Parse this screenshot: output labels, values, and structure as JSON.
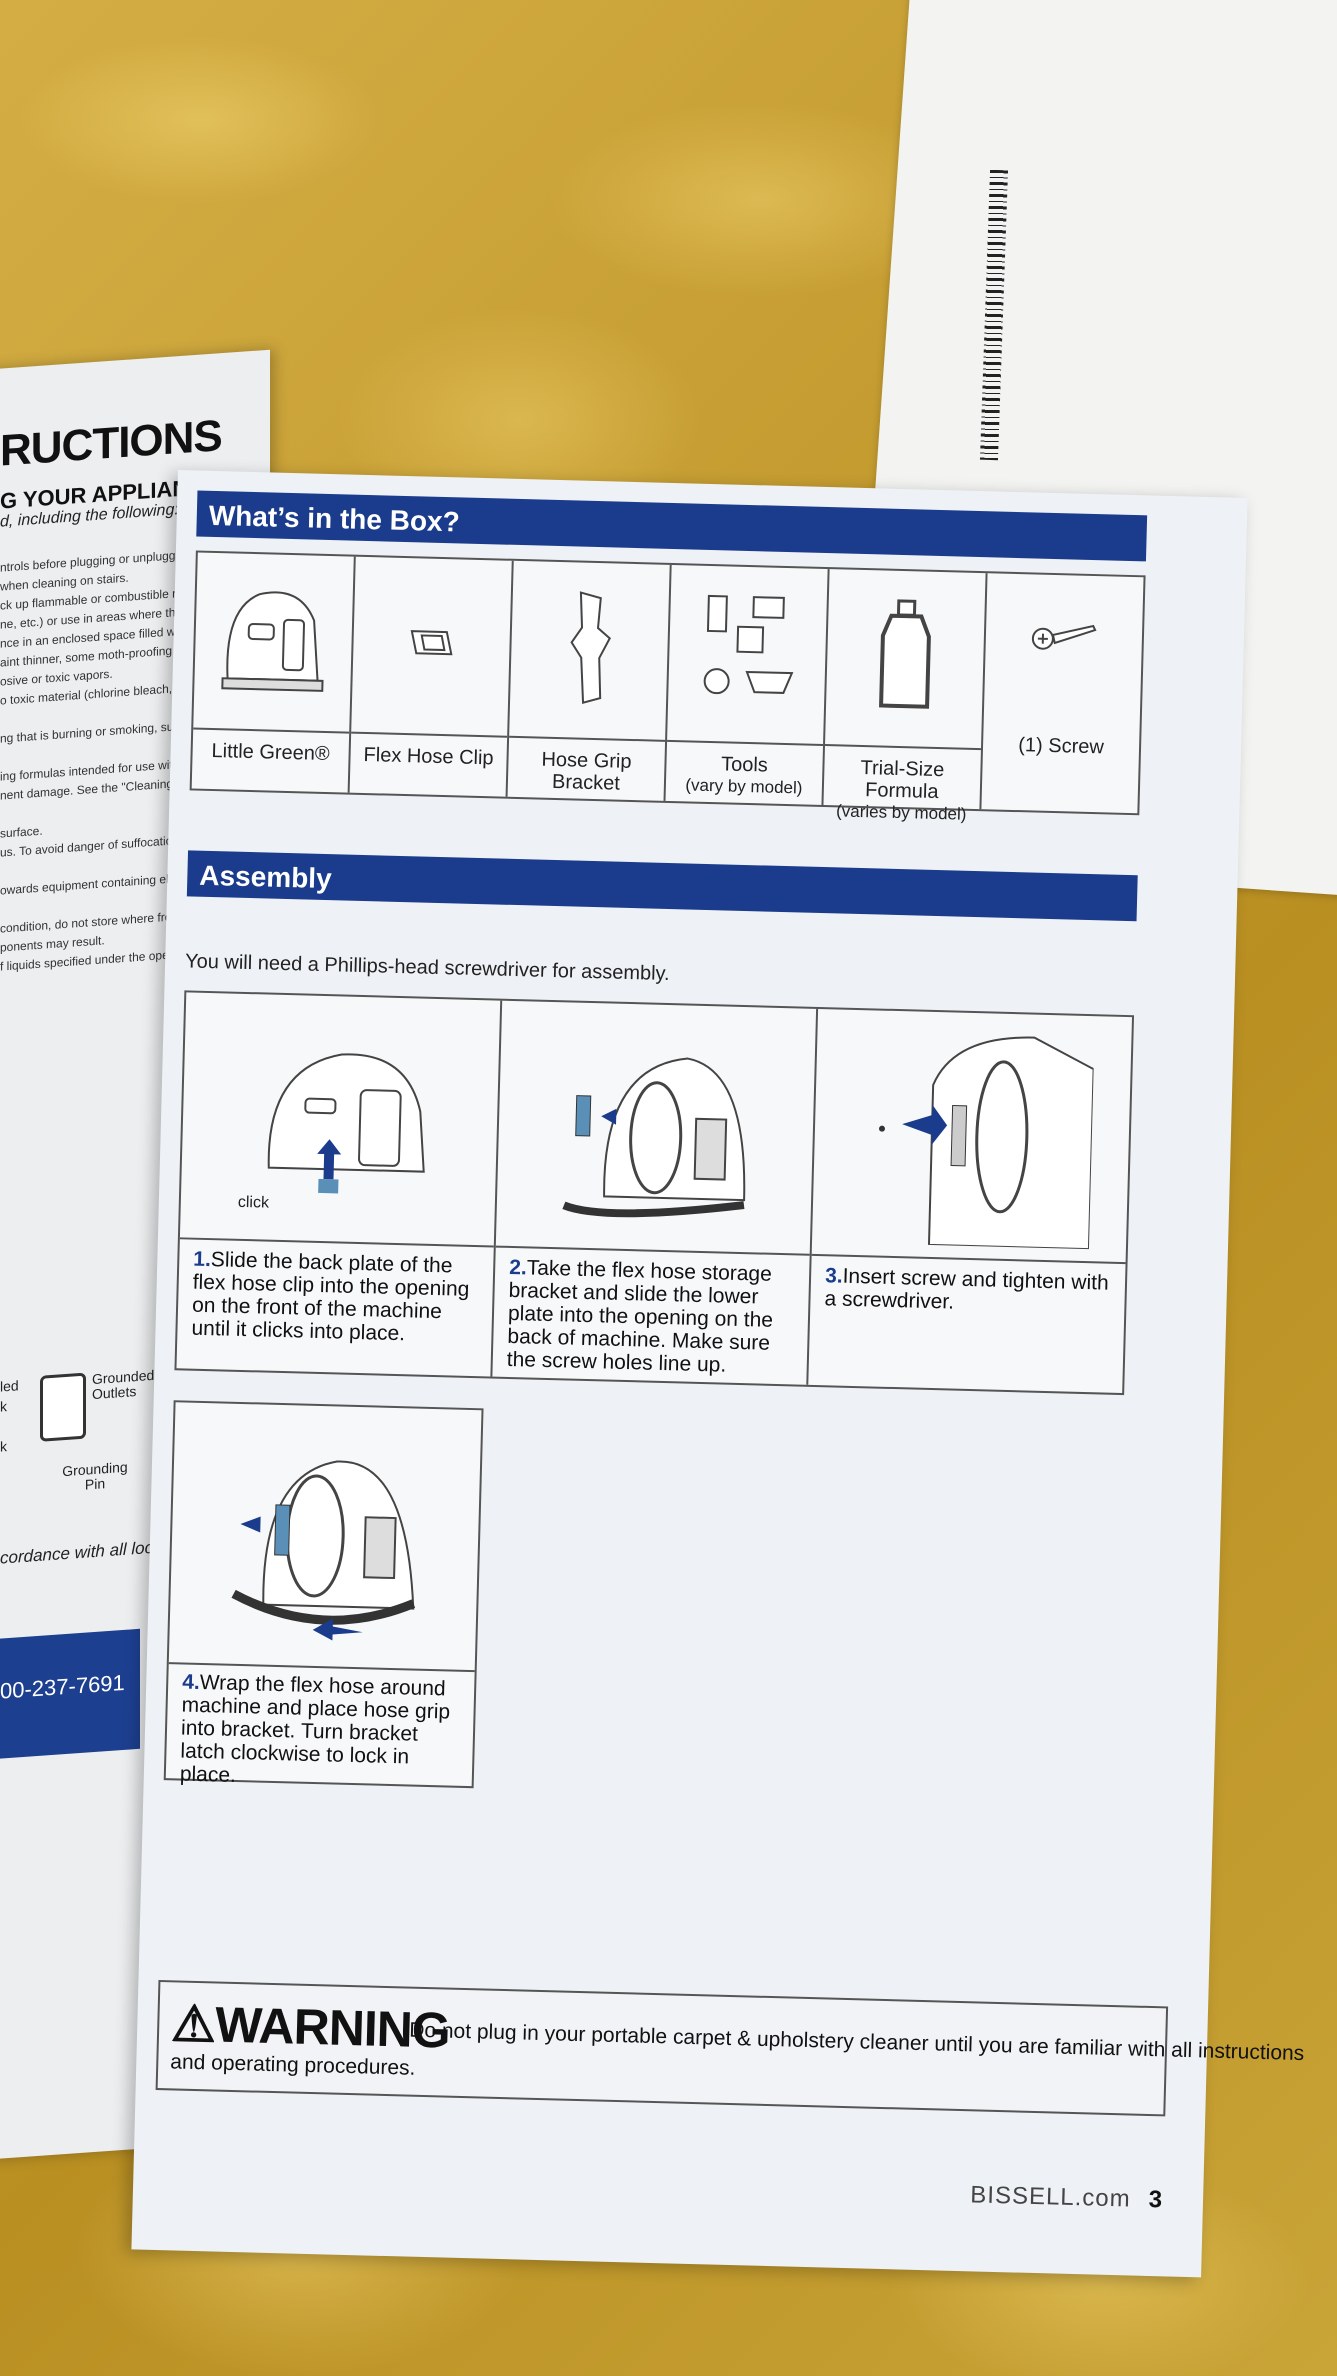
{
  "left_page": {
    "title": "RUCTIONS",
    "subtitle": "G YOUR APPLIANCE,",
    "subtitle2": "d, including the following:",
    "lines": [
      "ntrols before plugging or unplugging appliance",
      "when cleaning on stairs.",
      "ck up flammable or combustible materials (lighter fluid,",
      "ne, etc.) or use in areas where they may be present.",
      "nce in an enclosed space filled with vapors given off by",
      "aint thinner, some moth-proofing substances, flammable",
      "osive or toxic vapors.",
      "o toxic material (chlorine bleach, ammonia, drain",
      "",
      "ng that is burning or smoking, such as cigarettes,",
      "",
      "ing formulas intended for use with this appliance to",
      "nent damage. See the \"Cleaning Formulas\" section",
      "",
      "surface.",
      "us. To avoid danger of suffocation, keep away",
      "",
      "owards equipment containing electrical",
      "",
      "condition, do not store where freezing may",
      "ponents may result.",
      "f liquids specified under the operations"
    ],
    "outlet_labels": [
      "Grounded Outlets",
      "Grounding Pin"
    ],
    "outlet_left": [
      "led",
      "k",
      "k"
    ],
    "accordance": "cordance with all local",
    "phone": "00-237-7691"
  },
  "box": {
    "heading": "What’s in the Box?",
    "items": [
      {
        "name": "Little Green®",
        "note": ""
      },
      {
        "name": "Flex Hose Clip",
        "note": ""
      },
      {
        "name": "Hose Grip Bracket",
        "note": ""
      },
      {
        "name": "Tools",
        "note": "(vary by model)"
      },
      {
        "name": "Trial-Size Formula",
        "note": "(varies by model)"
      },
      {
        "name": "(1) Screw",
        "note": ""
      }
    ]
  },
  "assembly": {
    "heading": "Assembly",
    "need": "You will need a Phillips-head screwdriver for assembly.",
    "click_label": "click",
    "steps": [
      {
        "num": "1.",
        "text": "Slide the back plate of the flex hose clip into the opening on the front of the machine until it clicks into place."
      },
      {
        "num": "2.",
        "text": "Take the flex hose storage bracket and slide the lower plate into the opening on the back of machine. Make sure the screw holes line up."
      },
      {
        "num": "3.",
        "text": "Insert screw and tighten with a screwdriver."
      },
      {
        "num": "4.",
        "text": "Wrap the flex hose around machine and place hose grip into bracket. Turn bracket latch clockwise to lock in place."
      }
    ]
  },
  "warning": {
    "label": "WARNING",
    "message": "Do not plug in your portable carpet & upholstery cleaner until you are familiar with all instructions",
    "message2": "and operating procedures."
  },
  "footer": {
    "site": "BISSELL.com",
    "page": "3"
  },
  "colors": {
    "banner": "#1b3c8c",
    "cloth": "#c9a437"
  }
}
